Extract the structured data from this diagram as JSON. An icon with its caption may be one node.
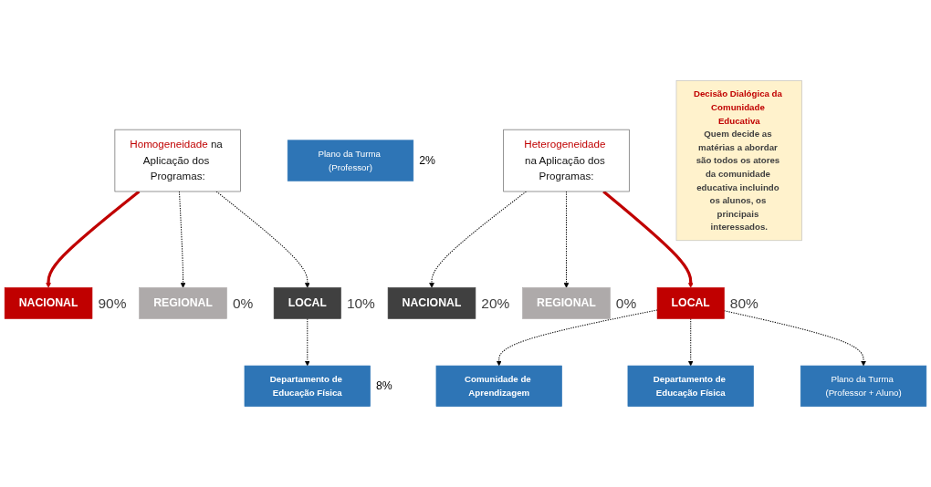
{
  "diagram": {
    "nodes": [
      {
        "text": [
          "Homogeneidade na Aplicação dos Programas:"
        ]
      },
      {
        "text": [
          "NACIONAL"
        ],
        "beside": [
          "90%"
        ]
      },
      {
        "text": [
          "REGIONAL"
        ],
        "beside": [
          "0%"
        ]
      },
      {
        "text": [
          "LOCAL"
        ],
        "beside": [
          "10%"
        ]
      },
      {
        "text": [
          "Departamento de Educação Física"
        ],
        "beside": [
          "8%"
        ]
      },
      {
        "text": [
          "Plano da Turma (Professor)"
        ],
        "beside": [
          "2%"
        ]
      },
      {
        "text": [
          "Heterogeneidade na Aplicação dos Programas:"
        ]
      },
      {
        "text": [
          "NACIONAL"
        ],
        "beside": [
          "20%"
        ]
      },
      {
        "text": [
          "REGIONAL"
        ],
        "beside": [
          "0%"
        ]
      },
      {
        "text": [
          "LOCAL"
        ],
        "beside": [
          "80%"
        ]
      },
      {
        "text": [
          "Comunidade de Aprendizagem"
        ]
      },
      {
        "text": [
          "Departamento de Educação Física"
        ]
      },
      {
        "text": [
          "Plano da Turma (Professor + Aluno)"
        ]
      },
      {
        "text": [
          "Decisão Dialógica da Comunidade Educativa",
          "Quem decide as matérias a abordar são todos os atores da comunidade educativa incluindo os alunos, os principais interessados."
        ]
      }
    ],
    "edges": [
      {
        "from": 0,
        "to": 1,
        "arrow": "to",
        "style": "thick",
        "color": "#c00000"
      },
      {
        "from": 0,
        "to": 2,
        "arrow": "to",
        "style": "dashed"
      },
      {
        "from": 0,
        "to": 3,
        "arrow": "to",
        "style": "dashed"
      },
      {
        "from": 3,
        "to": 4,
        "arrow": "to",
        "style": "dashed"
      },
      {
        "from": 6,
        "to": 7,
        "arrow": "to",
        "style": "dashed"
      },
      {
        "from": 6,
        "to": 8,
        "arrow": "to",
        "style": "dashed"
      },
      {
        "from": 6,
        "to": 9,
        "arrow": "to",
        "style": "thick",
        "color": "#c00000"
      },
      {
        "from": 9,
        "to": 10,
        "arrow": "to",
        "style": "dashed"
      },
      {
        "from": 9,
        "to": 11,
        "arrow": "to",
        "style": "dashed"
      },
      {
        "from": 9,
        "to": 12,
        "arrow": "to",
        "style": "dashed"
      }
    ]
  }
}
